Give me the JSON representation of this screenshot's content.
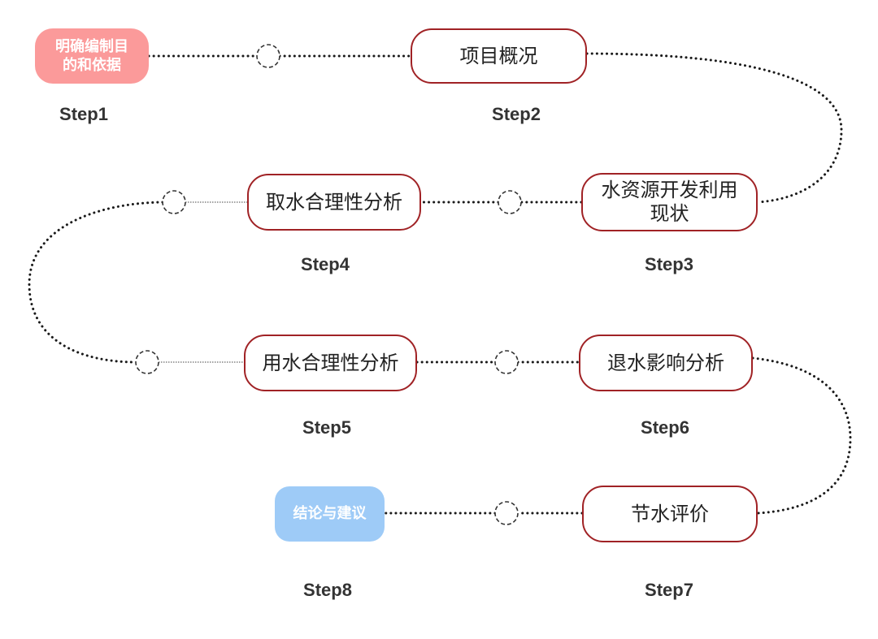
{
  "colors": {
    "node_border": "#a02225",
    "start_fill": "#fb9a9a",
    "end_fill": "#9ecbf7",
    "connector": "#1a1a1a",
    "text": "#222222"
  },
  "nodes": [
    {
      "id": "n1",
      "label": "明确编制目\n的和依据",
      "step": "Step1",
      "style": "start"
    },
    {
      "id": "n2",
      "label": "项目概况",
      "step": "Step2",
      "style": "outlined"
    },
    {
      "id": "n3",
      "label": "水资源开发利用\n现状",
      "step": "Step3",
      "style": "outlined"
    },
    {
      "id": "n4",
      "label": "取水合理性分析",
      "step": "Step4",
      "style": "outlined"
    },
    {
      "id": "n5",
      "label": "用水合理性分析",
      "step": "Step5",
      "style": "outlined"
    },
    {
      "id": "n6",
      "label": "退水影响分析",
      "step": "Step6",
      "style": "outlined"
    },
    {
      "id": "n7",
      "label": "节水评价",
      "step": "Step7",
      "style": "outlined"
    },
    {
      "id": "n8",
      "label": "结论与建议",
      "step": "Step8",
      "style": "end"
    }
  ],
  "edges": [
    {
      "from": "n1",
      "to": "n2"
    },
    {
      "from": "n2",
      "to": "n3"
    },
    {
      "from": "n3",
      "to": "n4"
    },
    {
      "from": "n4",
      "to": "n5"
    },
    {
      "from": "n5",
      "to": "n6"
    },
    {
      "from": "n6",
      "to": "n7"
    },
    {
      "from": "n7",
      "to": "n8"
    }
  ]
}
